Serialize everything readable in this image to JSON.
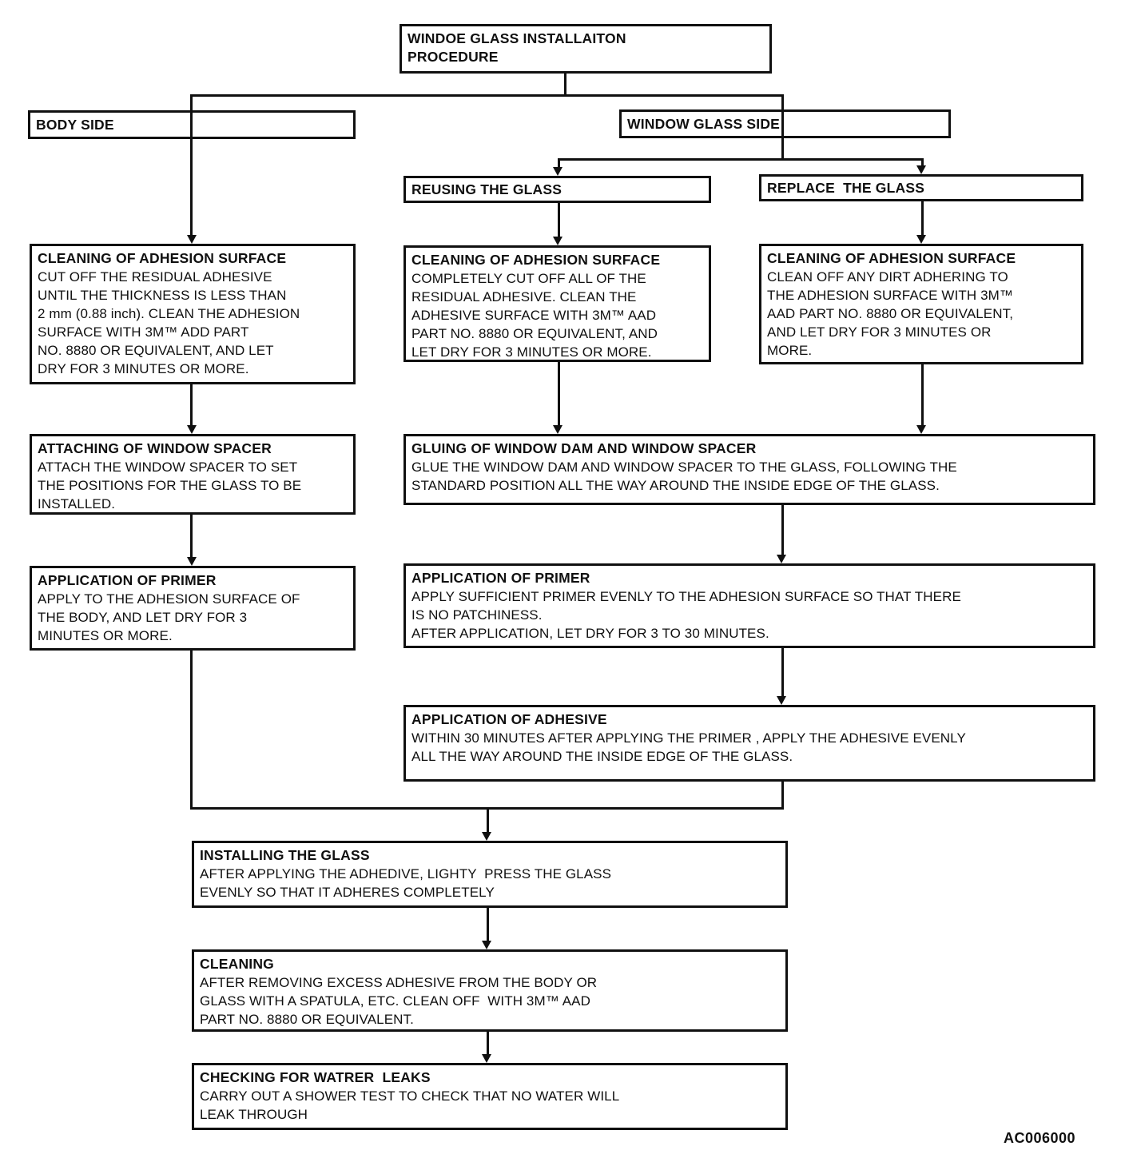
{
  "figure": {
    "code_label": "AC006000",
    "ink_color": "#101010",
    "paper_color": "#ffffff"
  },
  "nodes": {
    "title": {
      "heading": "WINDOE GLASS INSTALLAITON\nPROCEDURE"
    },
    "body_side": {
      "heading": "BODY SIDE"
    },
    "window_glass_side": {
      "heading": "WINDOW GLASS SIDE"
    },
    "reusing": {
      "heading": "REUSING THE GLASS"
    },
    "replace": {
      "heading": "REPLACE  THE GLASS"
    },
    "clean_body": {
      "heading": "CLEANING OF ADHESION SURFACE",
      "body": "CUT OFF THE RESIDUAL ADHESIVE\nUNTIL THE THICKNESS IS LESS THAN\n2 mm (0.88 inch). CLEAN THE ADHESION\nSURFACE WITH 3M™ ADD PART\nNO. 8880 OR EQUIVALENT, AND LET\nDRY FOR 3 MINUTES OR MORE."
    },
    "clean_reuse": {
      "heading": "CLEANING OF ADHESION SURFACE",
      "body": "COMPLETELY CUT OFF ALL OF THE\nRESIDUAL ADHESIVE. CLEAN THE\nADHESIVE SURFACE WITH 3M™ AAD\nPART NO. 8880 OR EQUIVALENT, AND\nLET DRY FOR 3 MINUTES OR MORE."
    },
    "clean_replace": {
      "heading": "CLEANING OF ADHESION SURFACE",
      "body": "CLEAN OFF ANY DIRT ADHERING TO\nTHE ADHESION SURFACE WITH 3M™\nAAD PART NO. 8880 OR EQUIVALENT,\nAND LET DRY FOR 3 MINUTES OR\nMORE."
    },
    "attach_spacer": {
      "heading": "ATTACHING OF WINDOW SPACER",
      "body": "ATTACH THE WINDOW SPACER TO SET\nTHE POSITIONS FOR THE GLASS TO BE\nINSTALLED."
    },
    "primer_body": {
      "heading": "APPLICATION OF PRIMER",
      "body": "APPLY TO THE ADHESION SURFACE OF\nTHE BODY, AND LET DRY FOR 3\nMINUTES OR MORE."
    },
    "gluing": {
      "heading": "GLUING OF WINDOW DAM AND WINDOW SPACER",
      "body": "GLUE THE WINDOW DAM AND WINDOW SPACER TO THE GLASS, FOLLOWING THE\nSTANDARD POSITION ALL THE WAY AROUND THE INSIDE EDGE OF THE GLASS."
    },
    "primer_glass": {
      "heading": "APPLICATION OF PRIMER",
      "body": "APPLY SUFFICIENT PRIMER EVENLY TO THE ADHESION SURFACE SO THAT THERE\nIS NO PATCHINESS.\nAFTER APPLICATION, LET DRY FOR 3 TO 30 MINUTES."
    },
    "adhesive": {
      "heading": "APPLICATION OF ADHESIVE",
      "body": "WITHIN 30 MINUTES AFTER APPLYING THE PRIMER , APPLY THE ADHESIVE EVENLY\nALL THE WAY AROUND THE INSIDE EDGE OF THE GLASS."
    },
    "installing": {
      "heading": "INSTALLING THE GLASS",
      "body": "AFTER APPLYING THE ADHEDIVE, LIGHTY  PRESS THE GLASS\nEVENLY SO THAT IT ADHERES COMPLETELY"
    },
    "cleaning": {
      "heading": "CLEANING",
      "body": "AFTER REMOVING EXCESS ADHESIVE FROM THE BODY OR\nGLASS WITH A SPATULA, ETC. CLEAN OFF  WITH 3M™ AAD\nPART NO. 8880 OR EQUIVALENT."
    },
    "checking": {
      "heading": "CHECKING FOR WATRER  LEAKS",
      "body": "CARRY OUT A SHOWER TEST TO CHECK THAT NO WATER WILL\nLEAK THROUGH"
    }
  }
}
